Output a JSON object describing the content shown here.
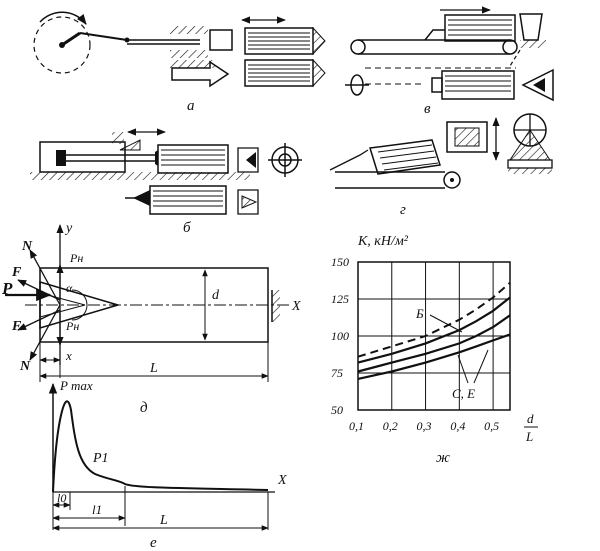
{
  "panels": {
    "a": {
      "label": "а"
    },
    "b": {
      "label": "б"
    },
    "v": {
      "label": "в"
    },
    "g": {
      "label": "г"
    },
    "d": {
      "label": "д",
      "axis_y": "у",
      "axis_x": "X",
      "force_main": "P",
      "force_n_top": "N",
      "force_n_bottom": "N",
      "force_f_top": "F",
      "force_f_bottom": "F",
      "ph_top": "Pн",
      "ph_bottom": "Pн",
      "alpha": "α",
      "dim_d": "d",
      "dim_x": "x",
      "dim_L": "L"
    },
    "e": {
      "label": "е",
      "pmax": "P max",
      "p1": "P1",
      "axis_x": "X",
      "dim_l0": "l0",
      "dim_l1": "l1",
      "dim_L": "L"
    }
  },
  "chart_data": {
    "type": "line",
    "panel_label": "ж",
    "ylabel": "К, кН/м²",
    "xlabel_num": "d",
    "xlabel_den": "L",
    "x_ticks": [
      "0,1",
      "0,2",
      "0,3",
      "0,4",
      "0,5"
    ],
    "y_ticks": [
      "50",
      "75",
      "100",
      "125",
      "150"
    ],
    "xlim": [
      0.1,
      0.55
    ],
    "ylim": [
      50,
      150
    ],
    "grid": true,
    "curve_labels": {
      "upper": "Б",
      "lower": "С, Е"
    },
    "series": [
      {
        "style": "dashed",
        "x": [
          0.1,
          0.2,
          0.3,
          0.4,
          0.45,
          0.5,
          0.55
        ],
        "y": [
          86,
          93,
          100,
          111,
          118,
          126,
          136
        ]
      },
      {
        "style": "solid",
        "x": [
          0.1,
          0.2,
          0.3,
          0.4,
          0.45,
          0.5,
          0.55
        ],
        "y": [
          82,
          88,
          95,
          104,
          110,
          117,
          126
        ]
      },
      {
        "style": "solid",
        "x": [
          0.1,
          0.2,
          0.3,
          0.4,
          0.45,
          0.5,
          0.55
        ],
        "y": [
          76,
          82,
          88,
          95,
          100,
          106,
          114
        ]
      },
      {
        "style": "solid",
        "x": [
          0.1,
          0.2,
          0.3,
          0.4,
          0.45,
          0.5,
          0.55
        ],
        "y": [
          71,
          76,
          82,
          89,
          93,
          97,
          101
        ]
      }
    ]
  }
}
